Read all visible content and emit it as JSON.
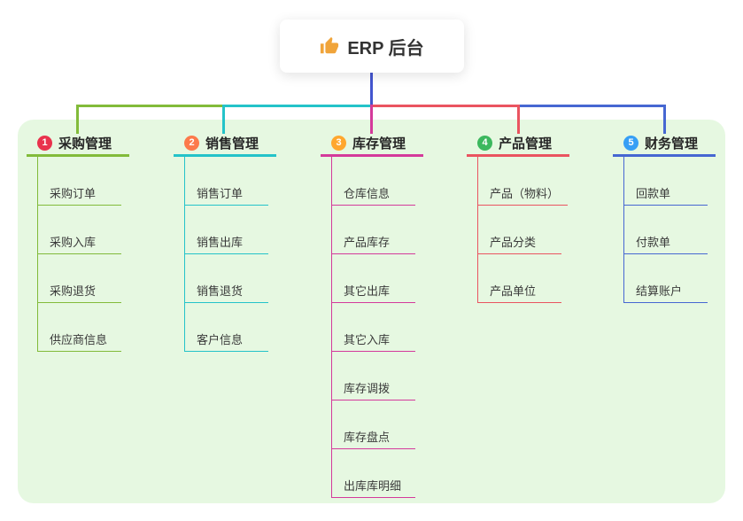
{
  "root": {
    "label": "ERP 后台",
    "icon": "thumbs-up-icon",
    "icon_color": "#f0a43a"
  },
  "connector": {
    "root_color": "#4355cf"
  },
  "canvas": {
    "background": "#ffffff",
    "panel_background": "#e6f8e1"
  },
  "branches": [
    {
      "index": "1",
      "label": "采购管理",
      "badge_color": "#e9334d",
      "line_color": "#82bb3a",
      "children": [
        "采购订单",
        "采购入库",
        "采购退货",
        "供应商信息"
      ]
    },
    {
      "index": "2",
      "label": "销售管理",
      "badge_color": "#fc7a4b",
      "line_color": "#24c3c9",
      "children": [
        "销售订单",
        "销售出库",
        "销售退货",
        "客户信息"
      ]
    },
    {
      "index": "3",
      "label": "库存管理",
      "badge_color": "#ffa72e",
      "line_color": "#d43a9b",
      "children": [
        "仓库信息",
        "产品库存",
        "其它出库",
        "其它入库",
        "库存调拨",
        "库存盘点",
        "出库库明细"
      ]
    },
    {
      "index": "4",
      "label": "产品管理",
      "badge_color": "#3cb85e",
      "line_color": "#ea5460",
      "children": [
        "产品（物料）",
        "产品分类",
        "产品单位"
      ]
    },
    {
      "index": "5",
      "label": "财务管理",
      "badge_color": "#369ff5",
      "line_color": "#4667d2",
      "children": [
        "回款单",
        "付款单",
        "结算账户"
      ]
    }
  ]
}
